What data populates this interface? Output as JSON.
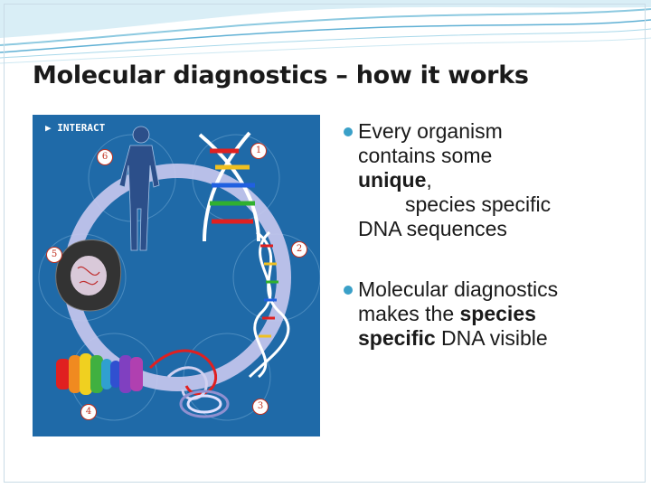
{
  "slide": {
    "title": "Molecular diagnostics – how it works"
  },
  "figure": {
    "label": "INTERACT",
    "steps": [
      "1",
      "2",
      "3",
      "4",
      "5",
      "6"
    ],
    "accent_color": "#1f6aa8"
  },
  "bullets": [
    {
      "l1": "Every organism",
      "l2": "contains some",
      "l3_bold": "unique",
      "l3_rest": ",",
      "l4": "species specific",
      "l5": "DNA sequences"
    },
    {
      "l1": "Molecular diagnostics",
      "l2_pre": "makes the ",
      "l2_bold": "species",
      "l3_bold": "specific",
      "l3_rest": " DNA visible"
    }
  ]
}
